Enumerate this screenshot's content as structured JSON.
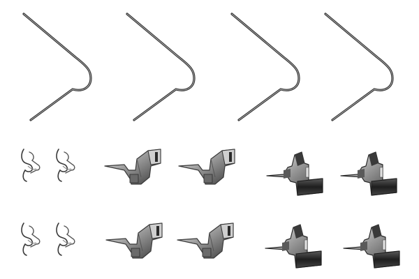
{
  "image": {
    "subject": "brake-pad-accessory-kit",
    "background_color": "#ffffff",
    "metal_dark": "#2a2a2a",
    "metal_mid": "#8a8a8a",
    "metal_light": "#e6e6e6"
  },
  "groups": [
    {
      "kind": "spring-wire",
      "count": 4
    },
    {
      "kind": "small-wire-clip",
      "count": 4
    },
    {
      "kind": "bent-sheet-clip",
      "count": 4
    },
    {
      "kind": "dark-bracket-clip",
      "count": 4
    }
  ]
}
